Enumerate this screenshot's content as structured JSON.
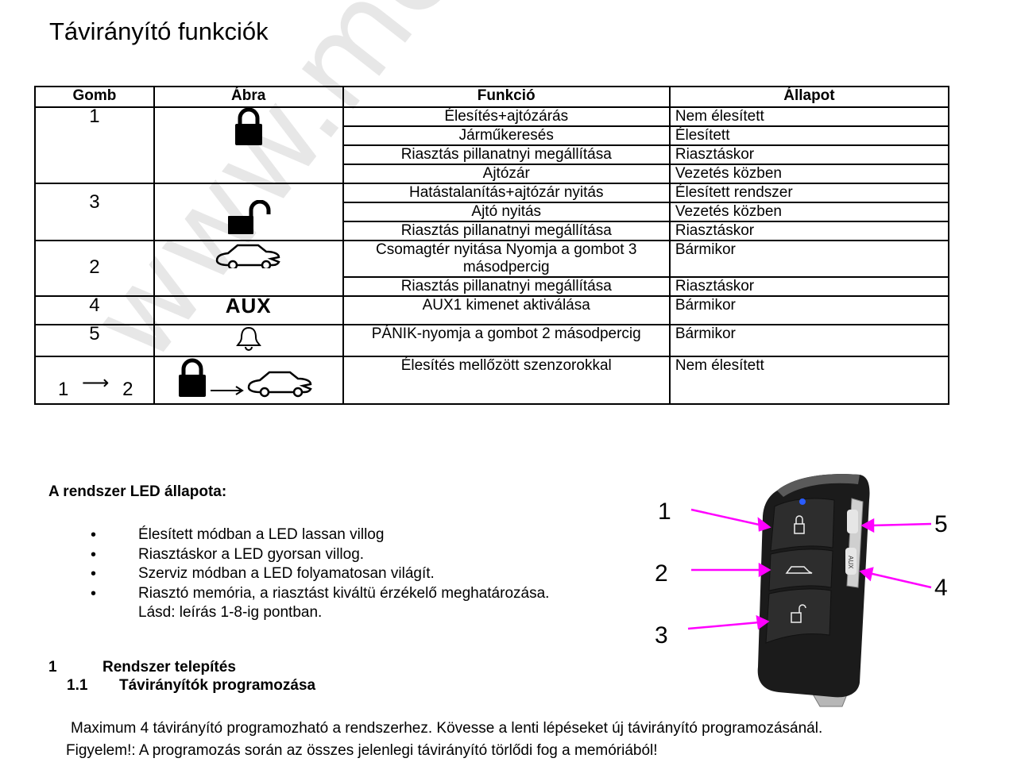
{
  "title": "Távirányító funkciók",
  "table": {
    "headers": [
      "Gomb",
      "Ábra",
      "Funkció",
      "Állapot"
    ],
    "groups": [
      {
        "button": "1",
        "icon": "lock-closed-icon",
        "rows": [
          {
            "function": "Élesítés+ajtózárás",
            "state": "Nem élesített"
          },
          {
            "function": "Járműkeresés",
            "state": "Élesített"
          },
          {
            "function": "Riasztás pillanatnyi megállítása",
            "state": "Riasztáskor"
          },
          {
            "function": "Ajtózár",
            "state": "Vezetés közben"
          }
        ]
      },
      {
        "button": "3",
        "icon": "lock-open-icon",
        "rows": [
          {
            "function": "Hatástalanítás+ajtózár nyitás",
            "state": "Élesített rendszer"
          },
          {
            "function": "Ajtó nyitás",
            "state": "Vezetés közben"
          },
          {
            "function": "Riasztás pillanatnyi megállítása",
            "state": "Riasztáskor"
          }
        ]
      },
      {
        "button": "2",
        "icon": "car-trunk-icon",
        "rows": [
          {
            "function": "Csomagtér nyitása Nyomja a gombot 3 másodpercig",
            "state": "Bármikor"
          },
          {
            "function": "Riasztás pillanatnyi megállítása",
            "state": "Riasztáskor"
          }
        ]
      },
      {
        "button": "4",
        "icon": "aux-icon",
        "icon_text": "AUX",
        "rows": [
          {
            "function": "AUX1 kimenet aktiválása",
            "state": "Bármikor"
          }
        ]
      },
      {
        "button": "5",
        "icon": "bell-icon",
        "rows": [
          {
            "function": "PÁNIK-nyomja a gombot 2 másodpercig",
            "state": "Bármikor"
          }
        ]
      },
      {
        "button_from": "1",
        "button_to": "2",
        "icon": "lock-arrow-car-icon",
        "rows": [
          {
            "function": "Élesítés mellőzött szenzorokkal",
            "state": "Nem élesített"
          }
        ]
      }
    ]
  },
  "led": {
    "title": "A rendszer LED állapota:",
    "items": [
      "Élesített módban a LED lassan villog",
      "Riasztáskor a LED gyorsan villog.",
      "Szerviz módban a LED folyamatosan világít.",
      "Riasztó memória, a riasztást kiváltü érzékelő meghatározása.",
      "Lásd: leírás 1-8-ig pontban."
    ]
  },
  "remote_labels": [
    "1",
    "2",
    "3",
    "4",
    "5"
  ],
  "remote_aux_text": "AUX",
  "section1": {
    "num": "1",
    "title": "Rendszer telepítés"
  },
  "section11": {
    "num": "1.1",
    "title": "Távirányítók programozása"
  },
  "paragraphs": [
    "Maximum 4 távirányító programozható a rendszerhez. Kövesse a lenti lépéseket új távirányító programozásánál.",
    "Figyelem!: A programozás során az összes jelenlegi távirányító törlődi fog a memóriából!"
  ],
  "watermark": "www.meg-man..."
}
